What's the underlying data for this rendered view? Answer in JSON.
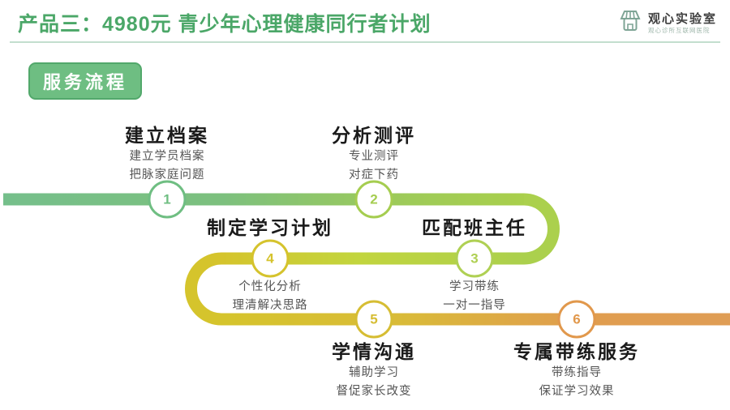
{
  "header": {
    "title": "产品三：4980元 青少年心理健康同行者计划",
    "logo_name": "观心实验室",
    "logo_subtitle": "观心诊所互联网医院"
  },
  "badge_label": "服务流程",
  "colors": {
    "header_green": "#4BA768",
    "badge_green": "#6EBE82",
    "path_start_green": "#75BF8B",
    "path_yellow_green": "#ABD04D",
    "path_yellow": "#D5C42C",
    "path_orange": "#DF9D55"
  },
  "steps": [
    {
      "num": "1",
      "title": "建立档案",
      "lines": [
        "建立学员档案",
        "把脉家庭问题"
      ],
      "color": "#6FBE82"
    },
    {
      "num": "2",
      "title": "分析测评",
      "lines": [
        "专业测评",
        "对症下药"
      ],
      "color": "#A5CD50"
    },
    {
      "num": "3",
      "title": "匹配班主任",
      "lines": [
        "学习带练",
        "一对一指导"
      ],
      "color": "#AFD053"
    },
    {
      "num": "4",
      "title": "制定学习计划",
      "lines": [
        "个性化分析",
        "理清解决思路"
      ],
      "color": "#D5C32D"
    },
    {
      "num": "5",
      "title": "学情沟通",
      "lines": [
        "辅助学习",
        "督促家长改变"
      ],
      "color": "#D6BD33"
    },
    {
      "num": "6",
      "title": "专属带练服务",
      "lines": [
        "带练指导",
        "保证学习效果"
      ],
      "color": "#E1984C"
    }
  ]
}
